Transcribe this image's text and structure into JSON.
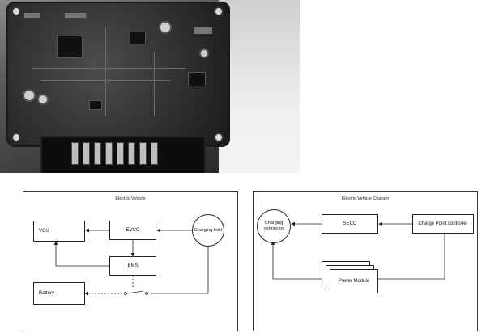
{
  "photo": {
    "subject_icon": "circuit-board-photo"
  },
  "ev_diagram": {
    "title": "Electric Vehicle",
    "nodes": {
      "vcu": "VCU",
      "evcc": "EVCC",
      "bms": "BMS",
      "battery": "Battery",
      "charging_inlet": "Charging Inlet"
    }
  },
  "evc_diagram": {
    "title": "Electric Vehicle Charger",
    "nodes": {
      "charging_connector": "Charging connector",
      "secc": "SECC",
      "charge_point_controller": "Charge Point controller",
      "power_module": "Power Module"
    }
  },
  "colors": {
    "line": "#222222",
    "board": "#2e2e2e"
  }
}
